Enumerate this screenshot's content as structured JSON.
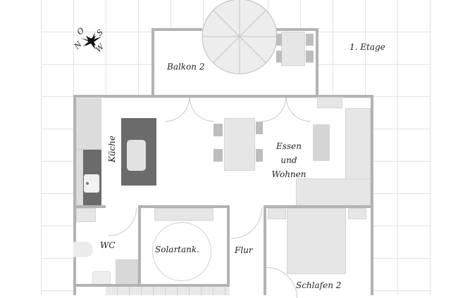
{
  "plan": {
    "floor_label": "1. Etage",
    "compass": {
      "n": "N",
      "o": "O",
      "s": "S",
      "w": "W"
    },
    "rooms": [
      {
        "id": "balkon",
        "label": "Balkon 2"
      },
      {
        "id": "kueche",
        "label": "Küche"
      },
      {
        "id": "essen",
        "label_lines": [
          "Essen",
          "und",
          "Wohnen"
        ]
      },
      {
        "id": "wc",
        "label": "WC"
      },
      {
        "id": "solartank",
        "label": "Solartank."
      },
      {
        "id": "flur",
        "label": "Flur"
      },
      {
        "id": "schlafen",
        "label": "Schlafen 2"
      }
    ]
  },
  "colors": {
    "wall": "#b3b3b3",
    "grid": "#e2e2e2",
    "furniture_light": "#e6e6e6",
    "furniture_mid": "#bdbdbd",
    "furniture_dark": "#6b6b6b"
  }
}
